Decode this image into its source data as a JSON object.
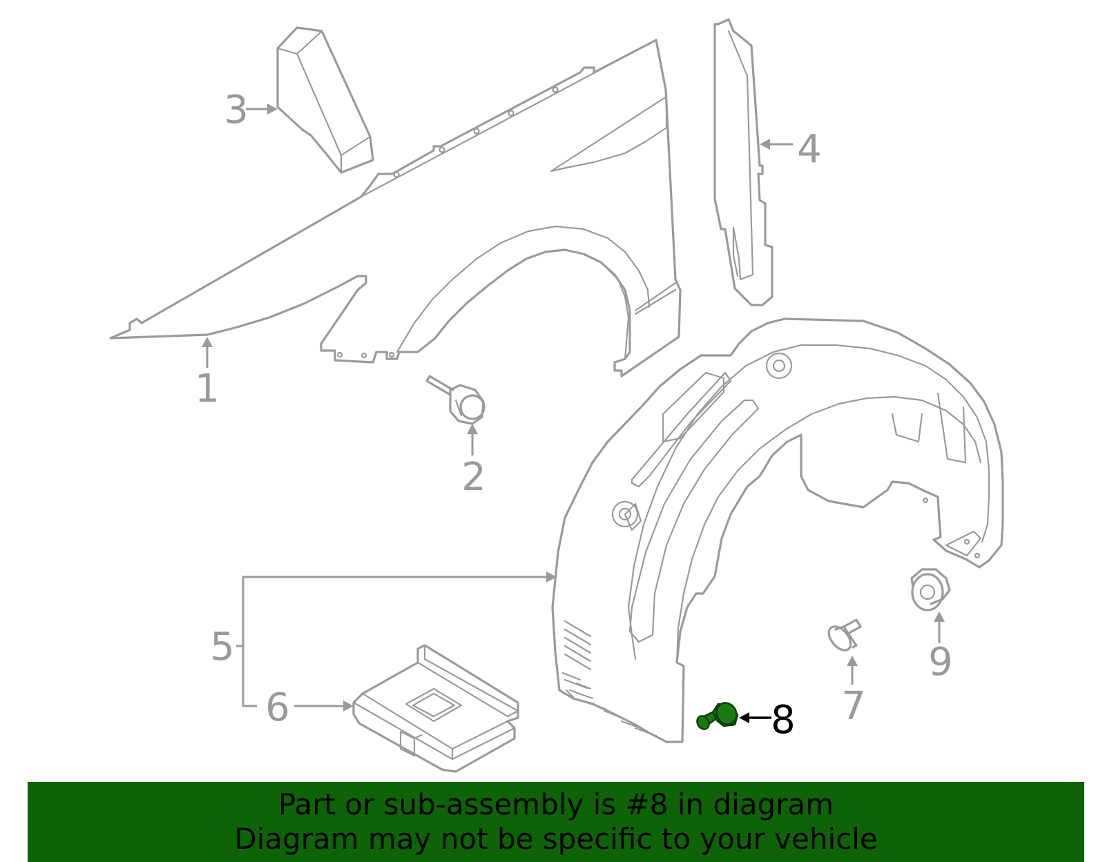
{
  "colors": {
    "line": "#9a9a9a",
    "highlight_part": "#1a7a12",
    "banner_background": "#0e6306",
    "banner_text": "#000000"
  },
  "callouts": [
    {
      "number": "1",
      "part": "fender"
    },
    {
      "number": "2",
      "part": "bolt"
    },
    {
      "number": "3",
      "part": "upper-insulator"
    },
    {
      "number": "4",
      "part": "side-seal"
    },
    {
      "number": "5",
      "part": "fender-liner"
    },
    {
      "number": "6",
      "part": "splash-shield"
    },
    {
      "number": "7",
      "part": "push-pin"
    },
    {
      "number": "8",
      "part": "screw",
      "highlighted": true
    },
    {
      "number": "9",
      "part": "nut"
    }
  ],
  "banner": {
    "line1": "Part or sub-assembly is #8 in diagram",
    "line2": "Diagram may not be specific to your vehicle"
  }
}
